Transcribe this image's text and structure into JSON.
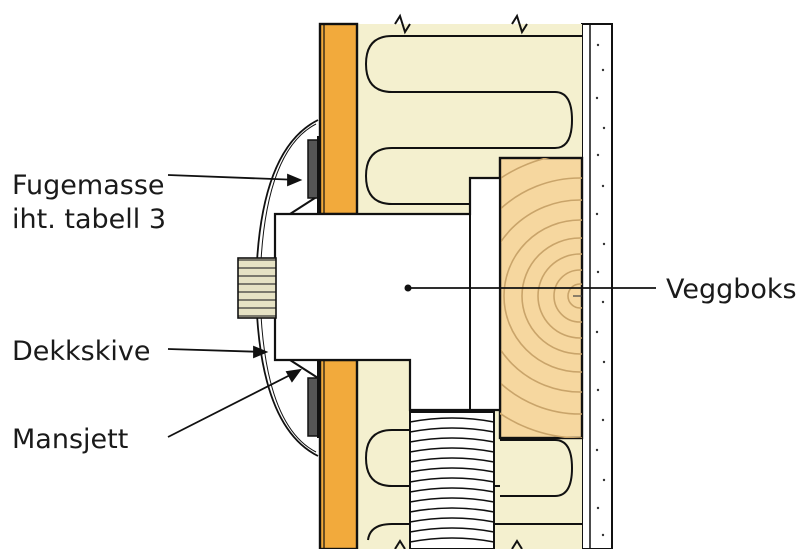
{
  "labels": {
    "fugemasse_line1": "Fugemasse",
    "fugemasse_line2": "iht. tabell 3",
    "dekkskive": "Dekkskive",
    "mansjett": "Mansjett",
    "veggboks": "Veggboks"
  },
  "colors": {
    "insulation": "#f4f0cf",
    "board": "#f2aa3c",
    "wood": "#f6d79f",
    "rings": "#c9a46a",
    "line": "#111111",
    "tube": "#ffffff"
  }
}
